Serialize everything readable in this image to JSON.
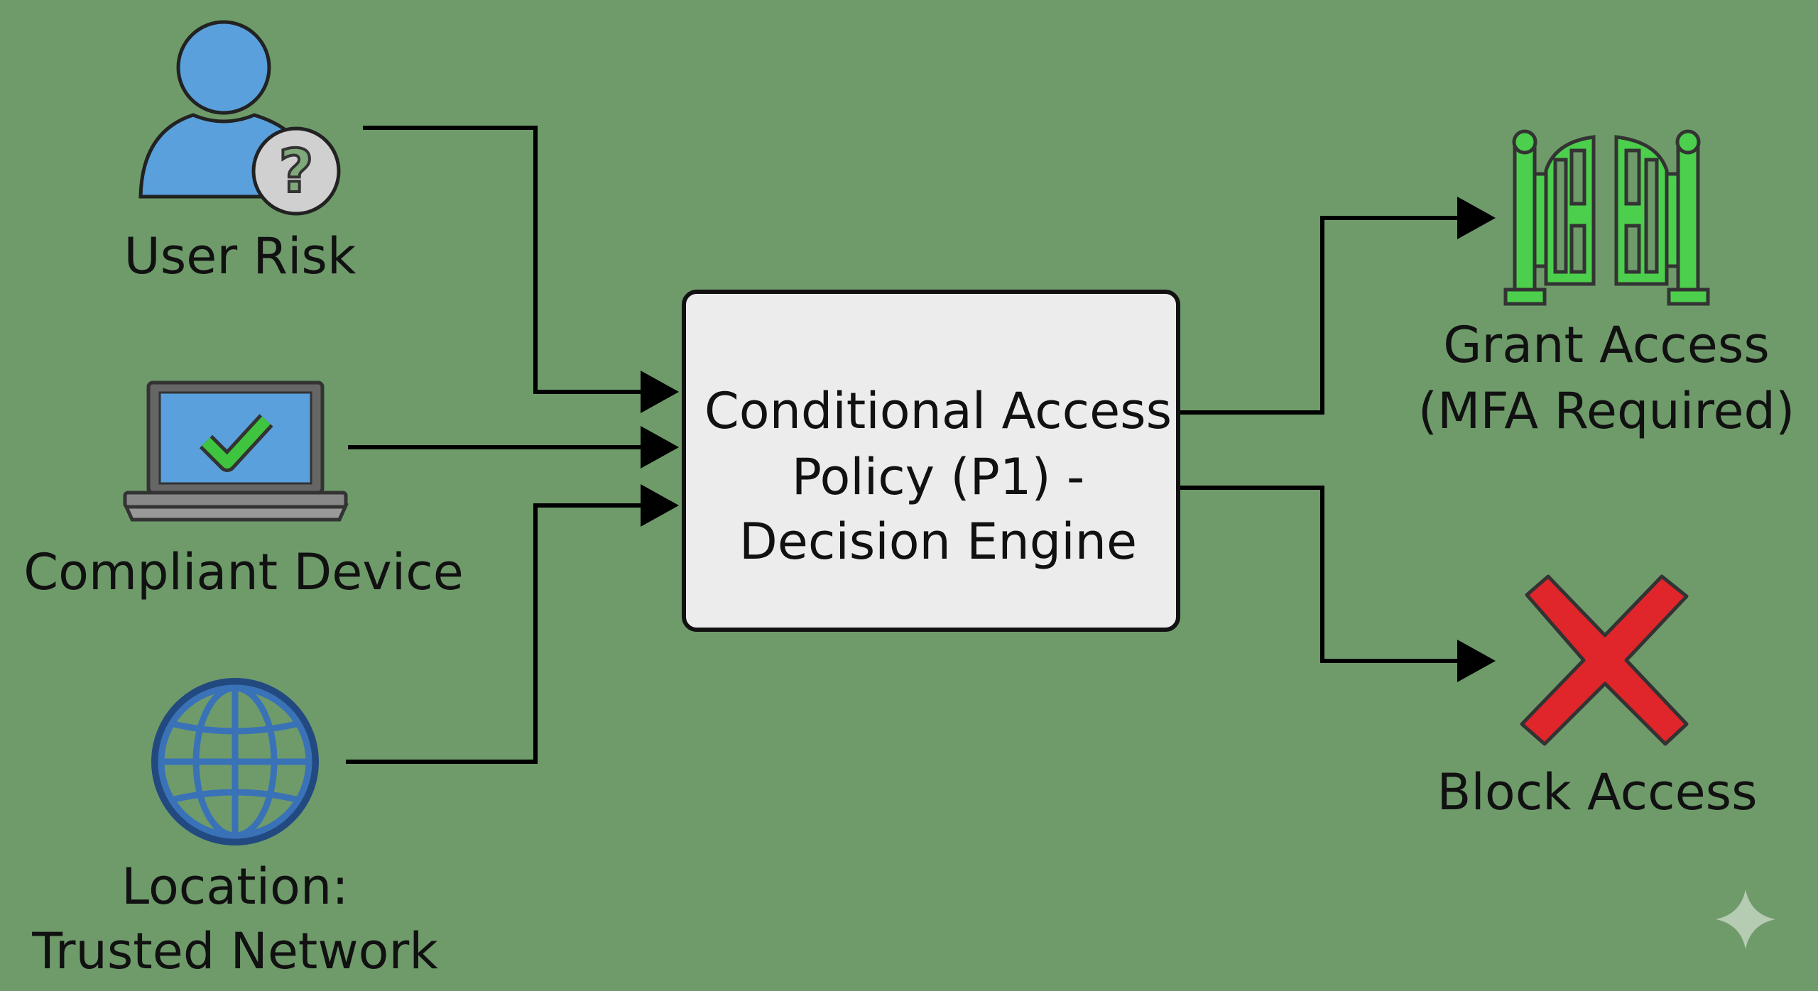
{
  "colors": {
    "background": "#6f9b6b",
    "user_icon": "#5aa0dc",
    "device_screen": "#5aa0dc",
    "check": "#3ec43e",
    "globe": "#3a72b8",
    "gate": "#4ccf4c",
    "block_x": "#e0262a",
    "decision_box": "#ececec",
    "grant_text": "#1f8f1f"
  },
  "inputs": [
    {
      "icon": "user-question-icon",
      "label_lines": [
        "User Risk"
      ]
    },
    {
      "icon": "laptop-check-icon",
      "label_lines": [
        "Compliant Device"
      ]
    },
    {
      "icon": "globe-icon",
      "label_lines": [
        "Location:",
        "Trusted Network"
      ]
    }
  ],
  "decision": {
    "lines": [
      "Conditional Access",
      "Policy (P1) -",
      "Decision Engine"
    ]
  },
  "outputs": [
    {
      "icon": "gate-open-icon",
      "label_lines": [
        "Grant Access",
        "(MFA Required)"
      ]
    },
    {
      "icon": "red-x-icon",
      "label_lines": [
        "Block Access"
      ]
    }
  ]
}
